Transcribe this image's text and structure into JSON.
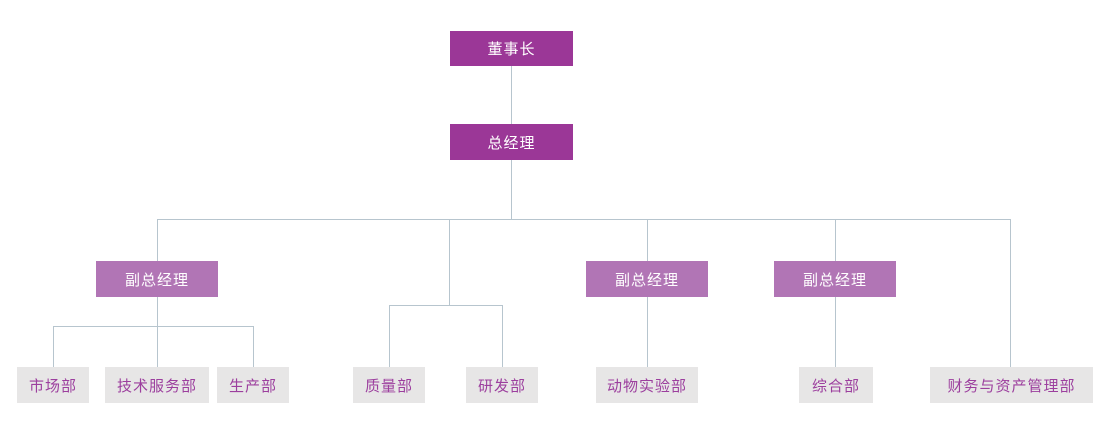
{
  "org": {
    "chairman": {
      "label": "董事长"
    },
    "general_manager": {
      "label": "总经理"
    },
    "deputies": [
      {
        "label": "副总经理"
      },
      {
        "label": "副总经理"
      },
      {
        "label": "副总经理"
      }
    ],
    "departments": [
      {
        "label": "市场部"
      },
      {
        "label": "技术服务部"
      },
      {
        "label": "生产部"
      },
      {
        "label": "质量部"
      },
      {
        "label": "研发部"
      },
      {
        "label": "动物实验部"
      },
      {
        "label": "综合部"
      },
      {
        "label": "财务与资产管理部"
      }
    ]
  },
  "colors": {
    "executive_box": "#9B3797",
    "deputy_box": "#B175B5",
    "department_box": "#E7E6E6",
    "department_text": "#9C3F9E",
    "connector_line": "#B7C5CE",
    "executive_text": "#FFFFFF",
    "background": "#FFFFFF"
  }
}
